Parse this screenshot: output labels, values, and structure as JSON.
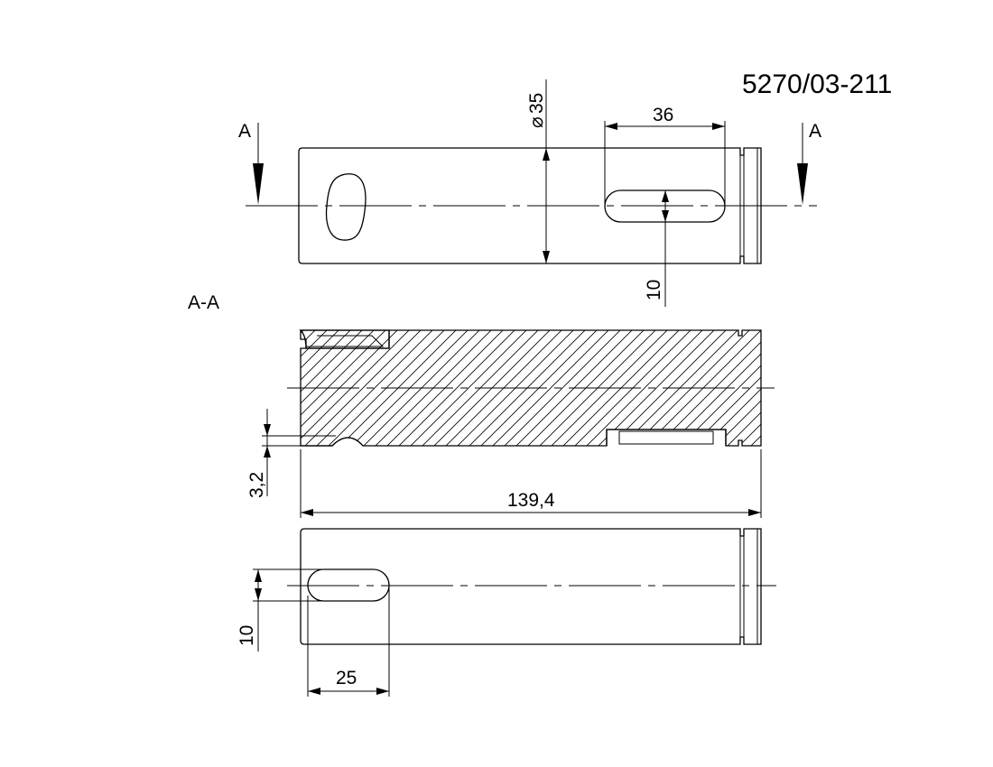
{
  "title_block": {
    "part_number": "5270/03-211"
  },
  "section_markers": {
    "cut_left": "A",
    "cut_right": "A",
    "section_label": "A-A"
  },
  "dimensions": {
    "diameter": "35",
    "diameter_symbol": "⌀",
    "top_slot_length": "36",
    "top_slot_width": "10",
    "groove_depth": "3,2",
    "overall_length": "139,4",
    "bottom_slot_width": "10",
    "bottom_slot_length": "25"
  },
  "colors": {
    "line": "#000000",
    "background": "#ffffff"
  }
}
